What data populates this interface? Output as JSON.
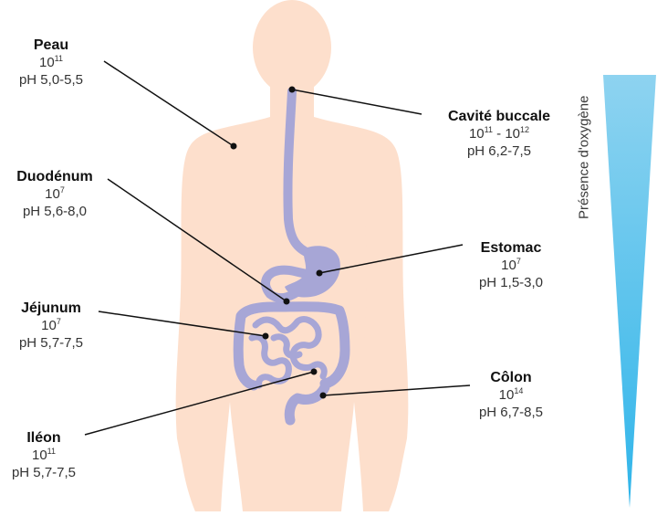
{
  "colors": {
    "body": "#fddfcc",
    "organs": "#a7a6d6",
    "organs_dark": "#9190c8",
    "leader": "#111111",
    "oxygen_gradient_top": "#8ed3f0",
    "oxygen_gradient_bottom": "#2fb5ea"
  },
  "oxygen": {
    "label": "Présence d'oxygène"
  },
  "labels": {
    "peau": {
      "name": "Peau",
      "val_base": "10",
      "val_exp": "11",
      "val_sep": "",
      "val_base2": "",
      "val_exp2": "",
      "ph": "pH 5,0-5,5"
    },
    "buccale": {
      "name": "Cavité buccale",
      "val_base": "10",
      "val_exp": "11",
      "val_sep": " - ",
      "val_base2": "10",
      "val_exp2": "12",
      "ph": "pH 6,2-7,5"
    },
    "duodenum": {
      "name": "Duodénum",
      "val_base": "10",
      "val_exp": "7",
      "val_sep": "",
      "val_base2": "",
      "val_exp2": "",
      "ph": "pH 5,6-8,0"
    },
    "estomac": {
      "name": "Estomac",
      "val_base": "10",
      "val_exp": "7",
      "val_sep": "",
      "val_base2": "",
      "val_exp2": "",
      "ph": "pH 1,5-3,0"
    },
    "jejunum": {
      "name": "Jéjunum",
      "val_base": "10",
      "val_exp": "7",
      "val_sep": "",
      "val_base2": "",
      "val_exp2": "",
      "ph": "pH 5,7-7,5"
    },
    "colon": {
      "name": "Côlon",
      "val_base": "10",
      "val_exp": "14",
      "val_sep": "",
      "val_base2": "",
      "val_exp2": "",
      "ph": "pH 6,7-8,5"
    },
    "ileon": {
      "name": "Iléon",
      "val_base": "10",
      "val_exp": "11",
      "val_sep": "",
      "val_base2": "",
      "val_exp2": "",
      "ph": "pH 5,7-7,5"
    }
  }
}
